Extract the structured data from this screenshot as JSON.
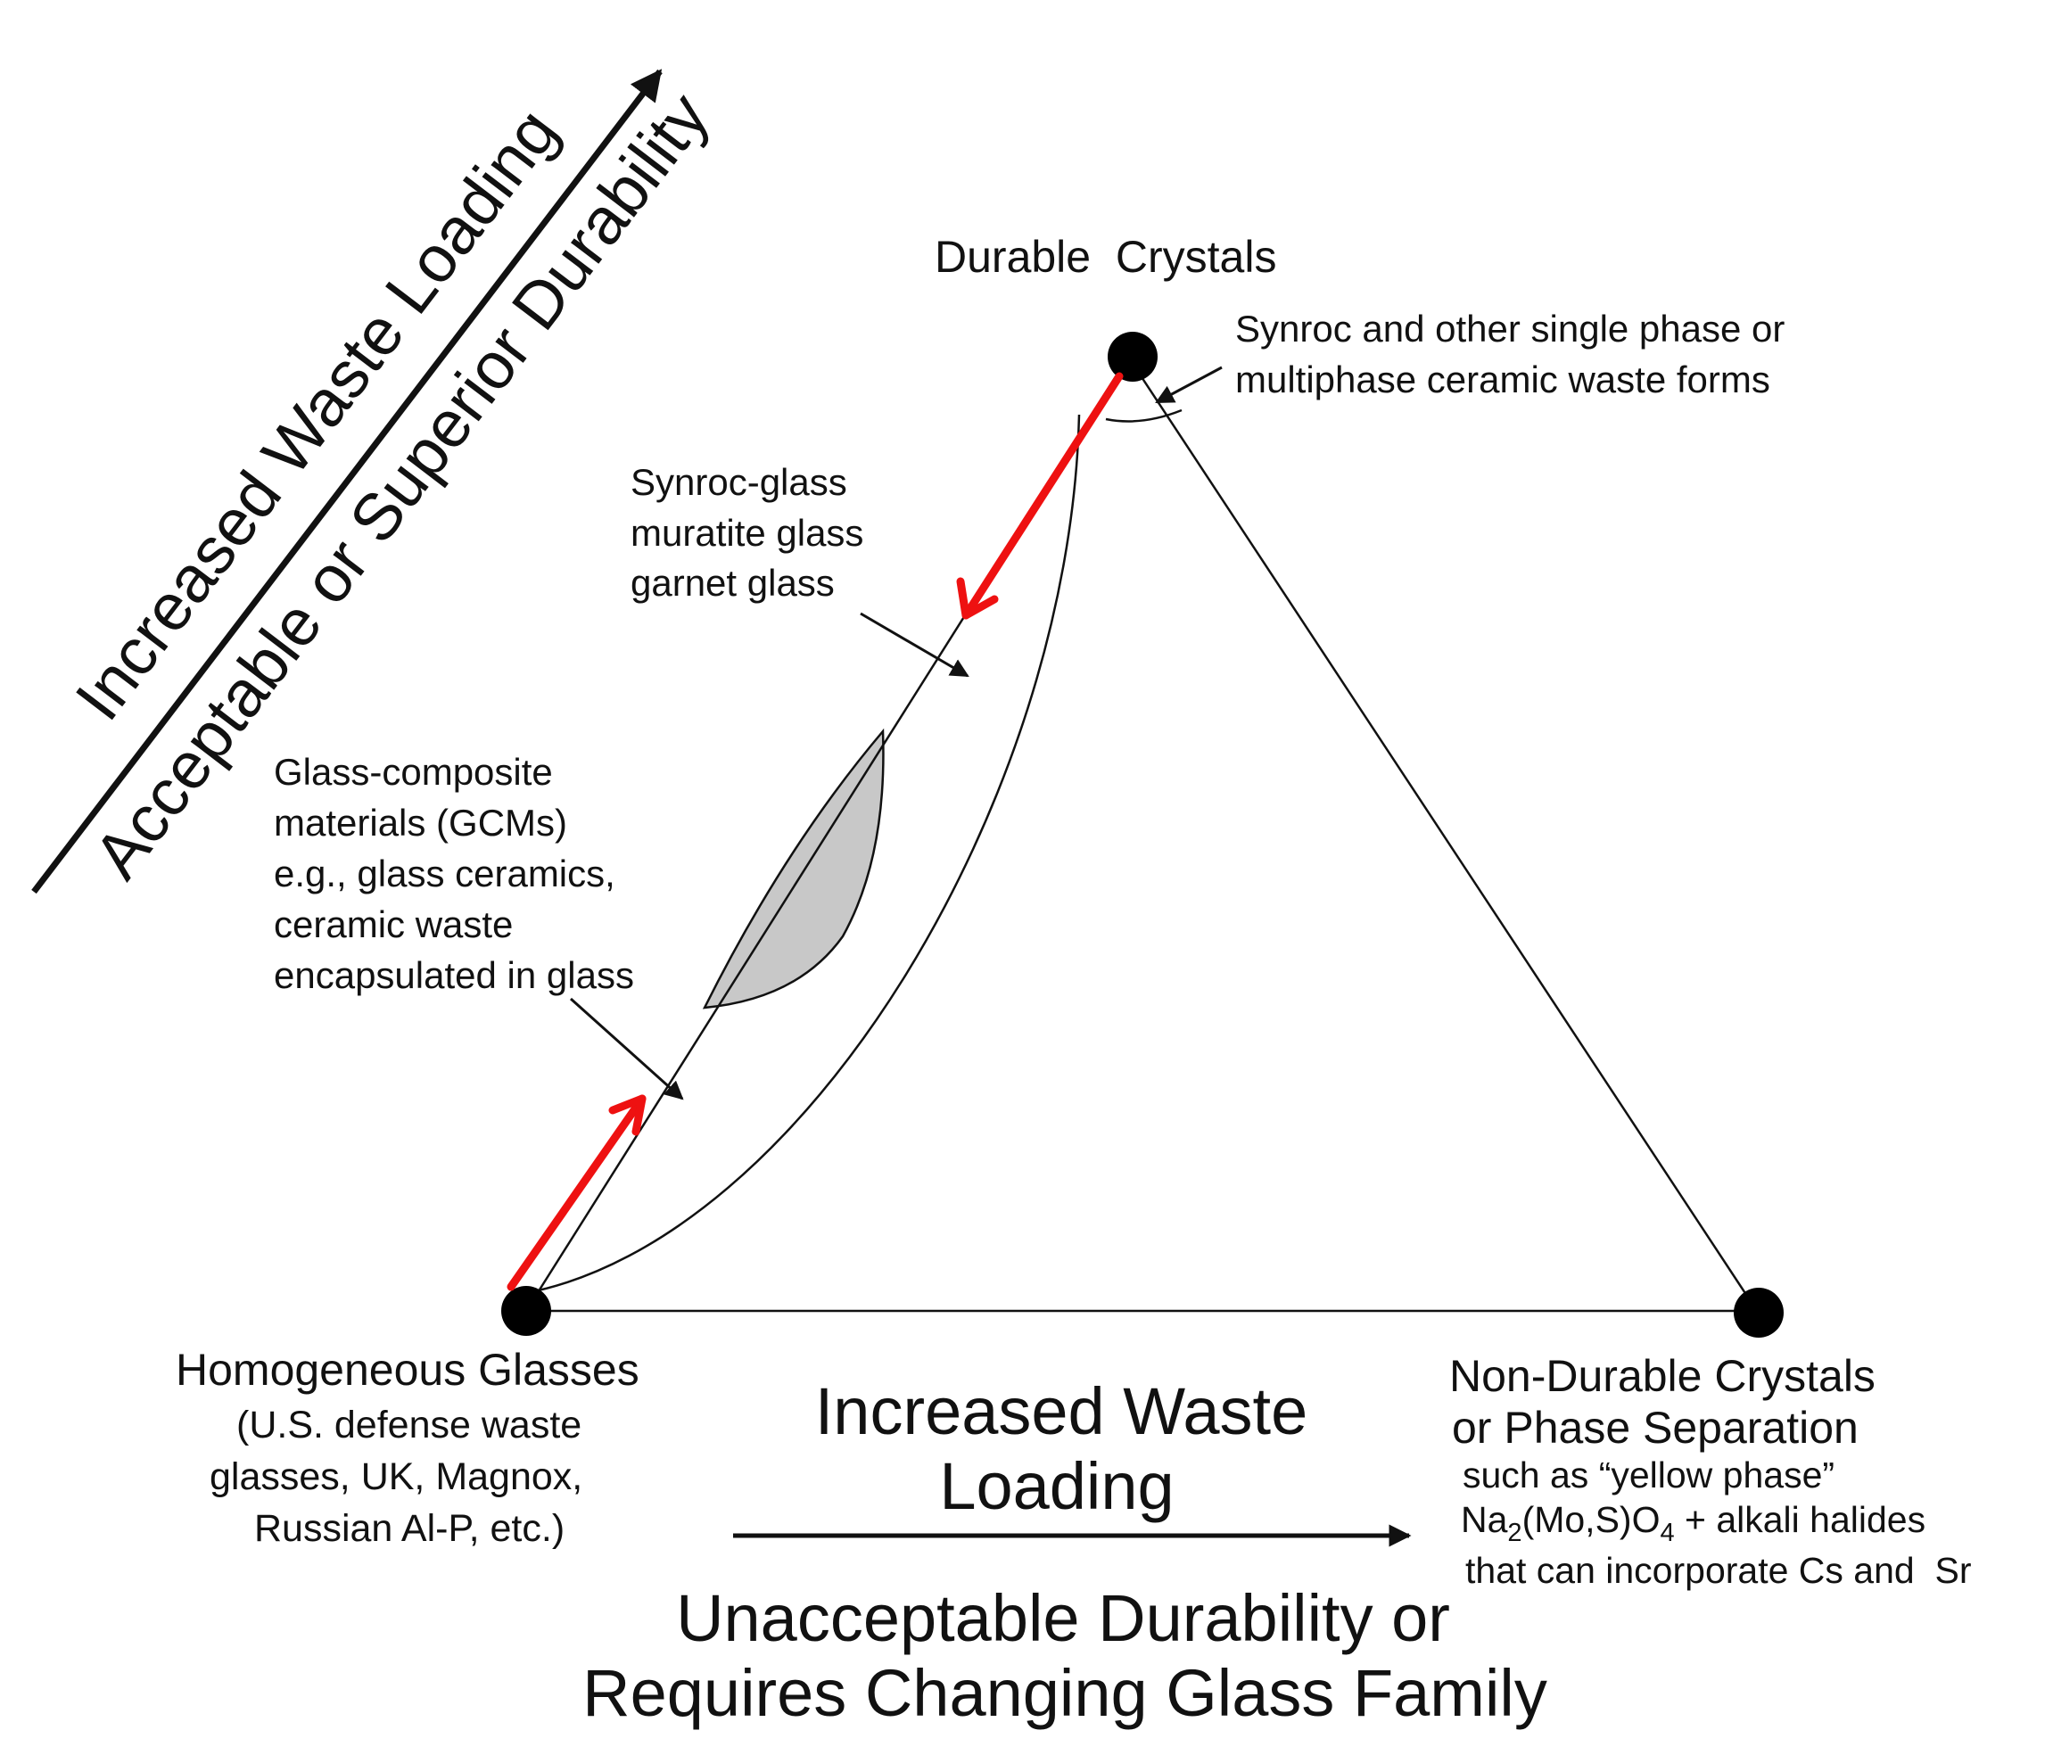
{
  "vertices": {
    "top": "Durable  Crystals",
    "left": "Homogeneous Glasses",
    "left_note": [
      "(U.S. defense waste",
      "glasses, UK, Magnox,",
      "Russian Al-P, etc.)"
    ],
    "right": [
      "Non-Durable Crystals",
      "or Phase Separation"
    ],
    "right_note_1": "such as “yellow phase”",
    "right_note_2_parts": [
      "Na",
      "2",
      "(Mo,S)O",
      "4",
      " + alkali halides"
    ],
    "right_note_3": "that can incorporate Cs and  Sr"
  },
  "annotations": {
    "synroc": [
      "Synroc and other single phase or",
      "multiphase ceramic waste forms"
    ],
    "synroc_glass": [
      "Synroc-glass",
      "muratite glass",
      "garnet glass"
    ],
    "gcm": [
      "Glass-composite",
      "materials (GCMs)",
      "e.g., glass ceramics,",
      "ceramic waste",
      "encapsulated in glass"
    ]
  },
  "axes": {
    "diagonal_line_1": "Increased Waste Loading",
    "diagonal_line_2": "Acceptable or Superior Durability",
    "bottom_center": [
      "Increased Waste",
      "Loading"
    ],
    "bottom_result": [
      "Unacceptable Durability or",
      "Requires Changing Glass Family"
    ]
  },
  "colors": {
    "ink": "#111111",
    "arrow_red": "#ee1111",
    "gcm_fill": "#c8c8c8",
    "vertex_dot": "#000000"
  }
}
